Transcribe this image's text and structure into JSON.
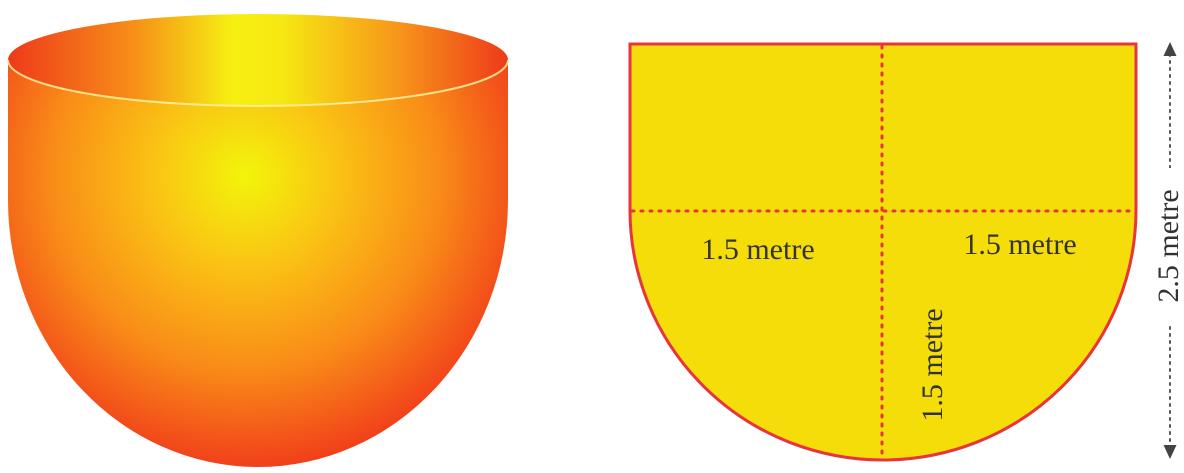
{
  "diagram": {
    "labels": {
      "left_radius": "1.5 metre",
      "right_radius": "1.5 metre",
      "vertical_radius": "1.5 metre",
      "total_height": "2.5 metre"
    },
    "colors": {
      "cross_section_fill": "#F5DD0A",
      "cross_section_stroke": "#E8343A",
      "bowl_outer": "#F03A1A",
      "bowl_mid": "#F98B18",
      "bowl_highlight": "#F2F50A",
      "dimension_line": "#555555"
    }
  }
}
